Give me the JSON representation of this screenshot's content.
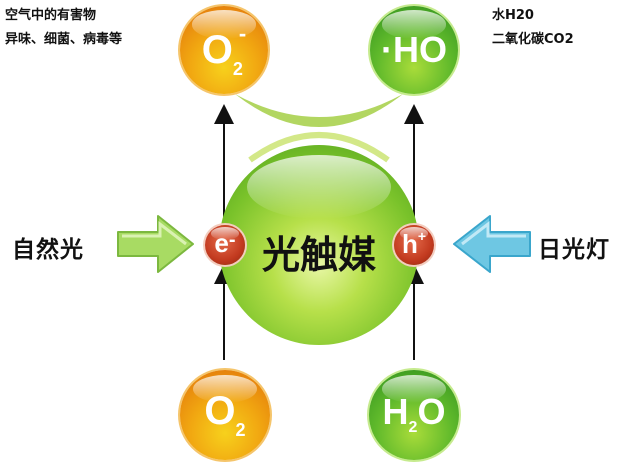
{
  "notes": {
    "top_left": {
      "line1": "空气中的有害物",
      "line2": "异味、细菌、病毒等"
    },
    "top_right": {
      "line1": "水H20",
      "line2": "二氧化碳CO2"
    }
  },
  "sources": {
    "left": {
      "label": "自然光",
      "arrow_icon": "green-arrow-right-icon",
      "color": "#9fd65a"
    },
    "right": {
      "label": "日光灯",
      "arrow_icon": "blue-arrow-left-icon",
      "color": "#5cc0de"
    }
  },
  "center": {
    "label": "光触媒",
    "color": "#79c22a"
  },
  "particles": {
    "electron": {
      "base": "e",
      "charge": "-"
    },
    "hole": {
      "base": "h",
      "charge": "+"
    }
  },
  "products": {
    "superoxide": {
      "base": "O",
      "sub": "2",
      "charge": "-",
      "color": "#f1a711"
    },
    "hydroxyl": {
      "text": "·HO",
      "color": "#5fb92b"
    }
  },
  "reactants": {
    "oxygen": {
      "base": "O",
      "sub": "2",
      "color": "#f1a711"
    },
    "water": {
      "h": "H",
      "sub": "2",
      "o": "O",
      "color": "#5fb92b"
    }
  }
}
